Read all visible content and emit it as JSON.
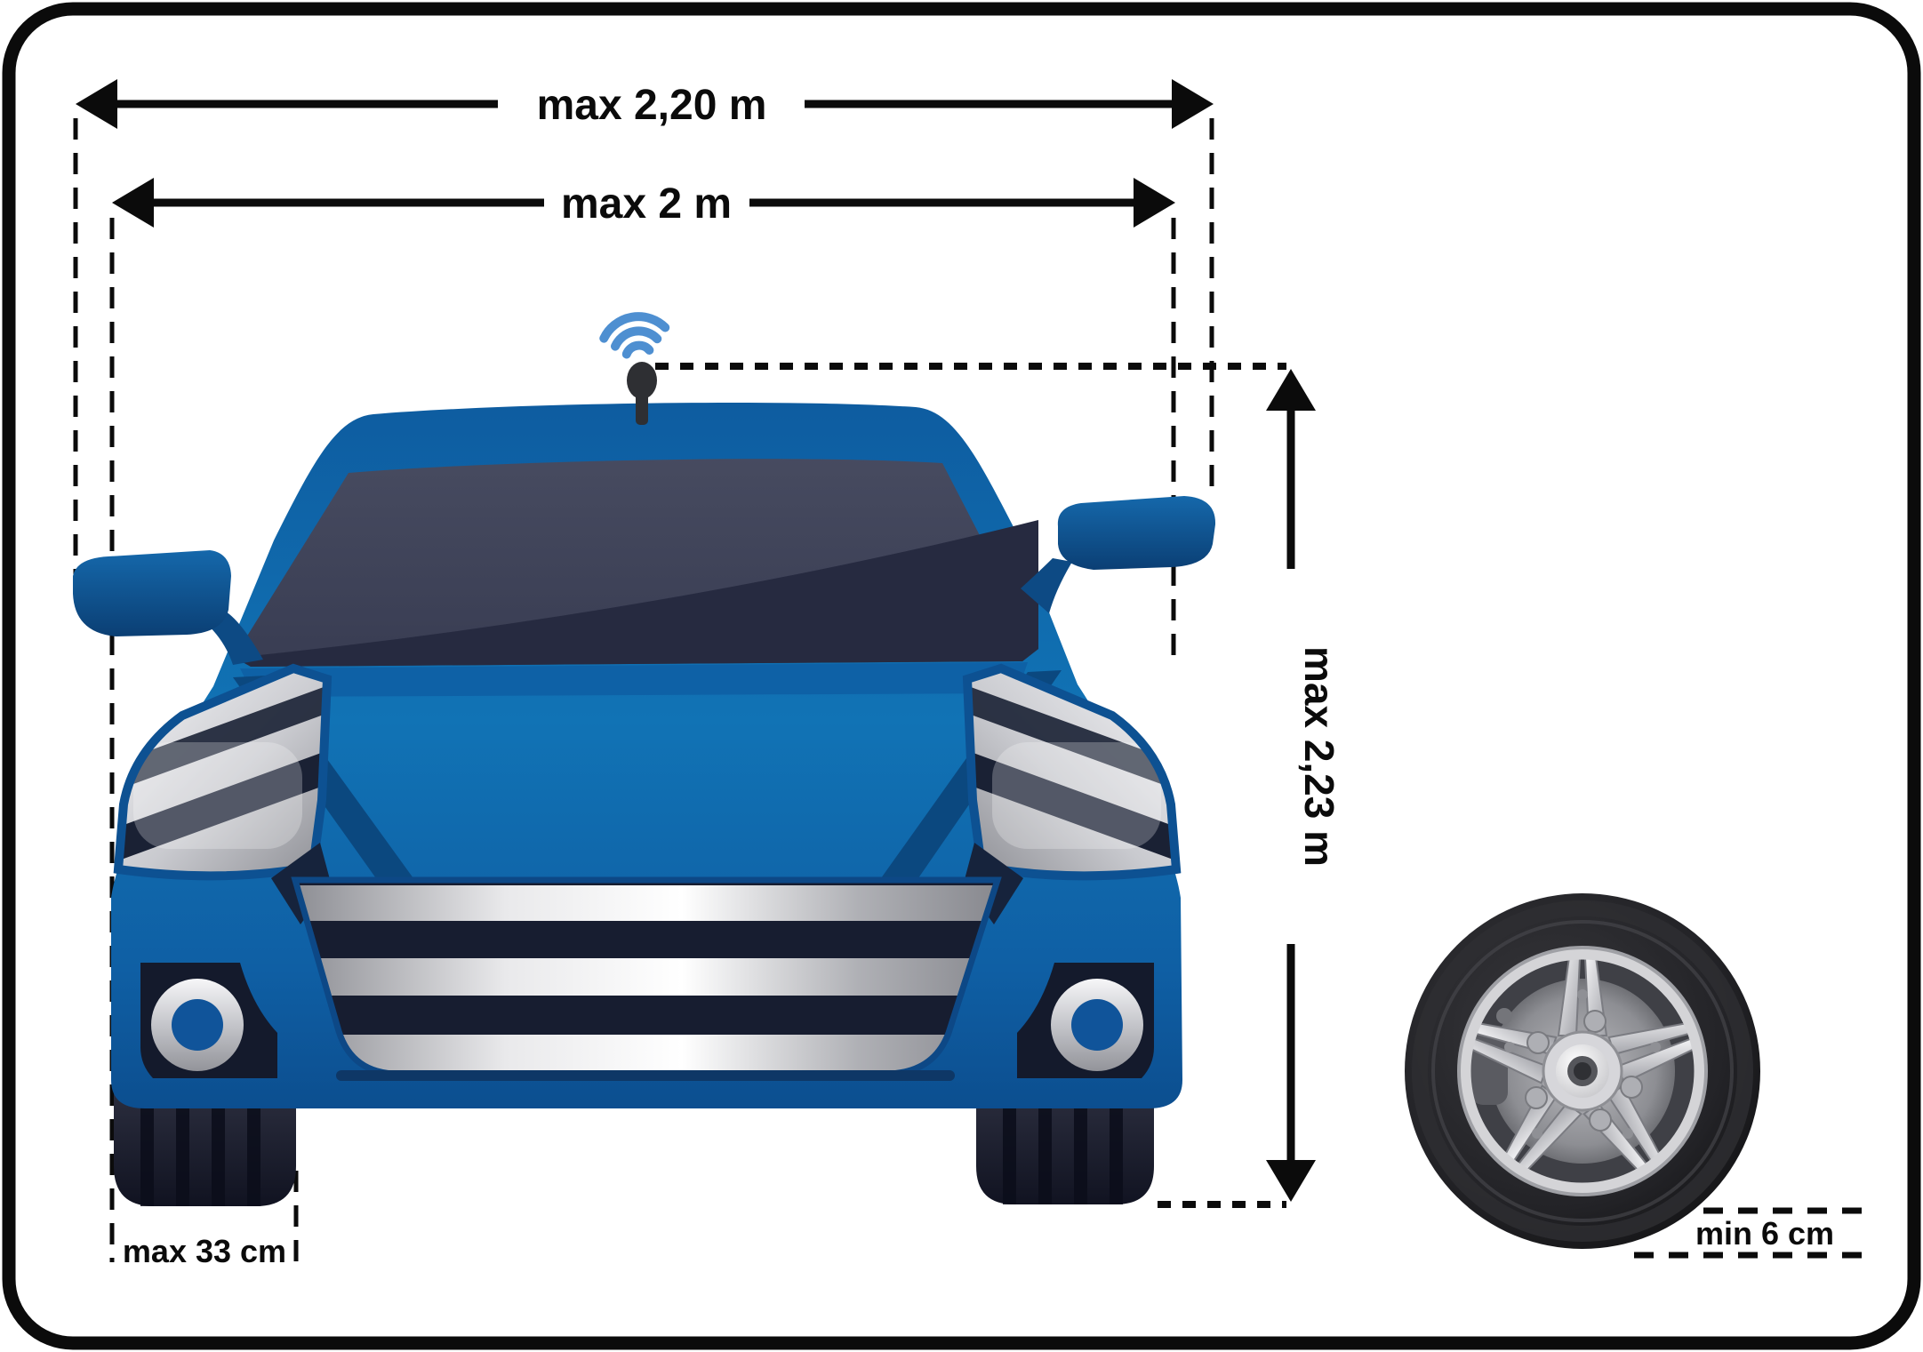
{
  "diagram": {
    "subject": "car-front-dimension-limits",
    "labels": {
      "overall_width": "max 2,20 m",
      "body_width": "max 2 m",
      "overall_height": "max 2,23 m",
      "tyre_width": "max 33 cm",
      "ground_clearance": "min 6 cm"
    },
    "icons": [
      "wifi-icon",
      "antenna-icon",
      "car-front-icon",
      "tire-icon"
    ],
    "colors": {
      "line_black": "#0b0b0b",
      "car_body_blue": "#1070b2",
      "car_body_blue_dark": "#0c4e8f",
      "windshield_navy": "#3f435a",
      "windshield_navy_dark": "#262a40",
      "grille_dark": "#171d30",
      "chrome_light": "#f5f5f7",
      "chrome_mid": "#aeafb5",
      "wifi_blue": "#4e8fd1",
      "tire_black": "#1a1a1c",
      "background": "#ffffff"
    }
  }
}
